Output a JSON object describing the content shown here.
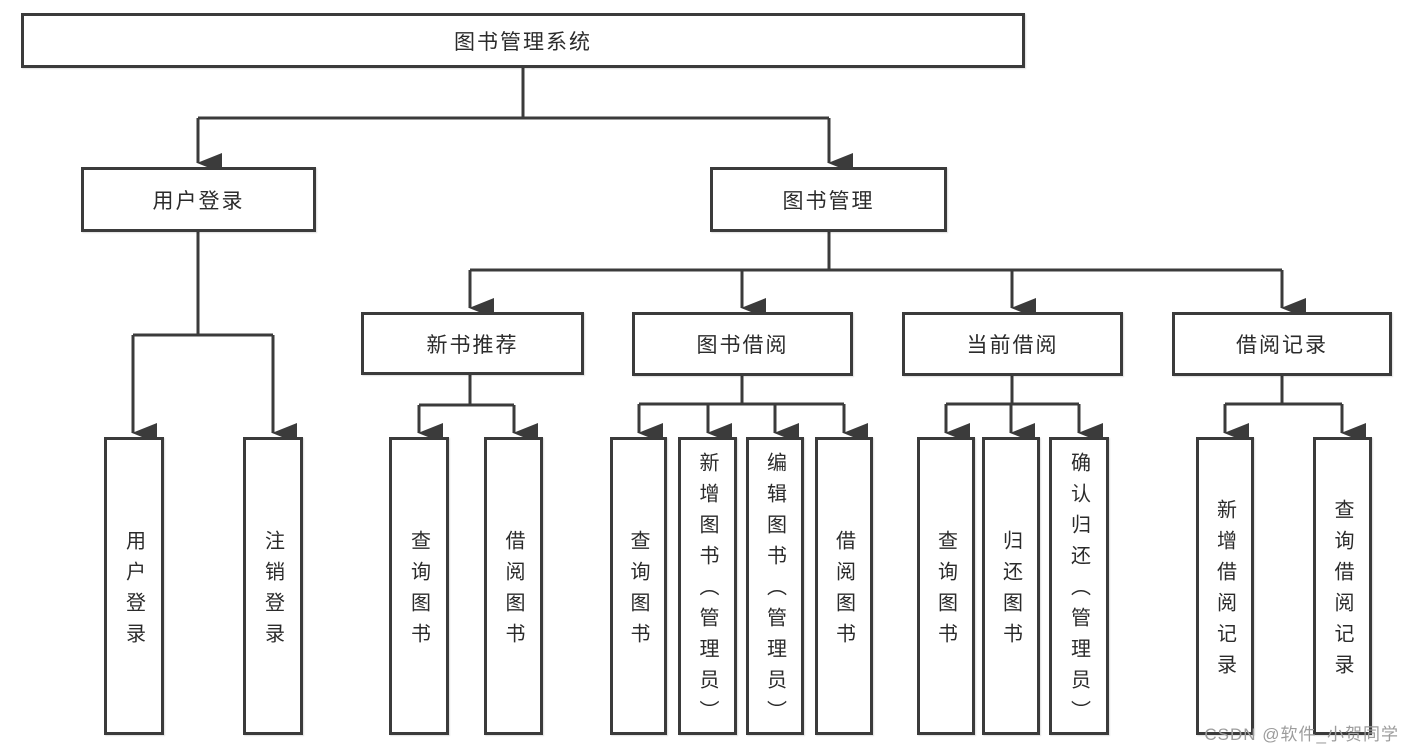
{
  "watermark": {
    "text": "CSDN @软件_小贺同学"
  },
  "tree": {
    "root": {
      "label": "图书管理系统"
    },
    "branches": [
      {
        "label": "用户登录",
        "children": [
          {
            "label": "用户登录"
          },
          {
            "label": "注销登录"
          }
        ]
      },
      {
        "label": "图书管理",
        "children": [
          {
            "label": "新书推荐",
            "children": [
              {
                "label": "查询图书"
              },
              {
                "label": "借阅图书"
              }
            ]
          },
          {
            "label": "图书借阅",
            "children": [
              {
                "label": "查询图书"
              },
              {
                "label": "新增图书（管理员）"
              },
              {
                "label": "编辑图书（管理员）"
              },
              {
                "label": "借阅图书"
              }
            ]
          },
          {
            "label": "当前借阅",
            "children": [
              {
                "label": "查询图书"
              },
              {
                "label": "归还图书"
              },
              {
                "label": "确认归还（管理员）"
              }
            ]
          },
          {
            "label": "借阅记录",
            "children": [
              {
                "label": "新增借阅记录"
              },
              {
                "label": "查询借阅记录"
              }
            ]
          }
        ]
      }
    ]
  }
}
